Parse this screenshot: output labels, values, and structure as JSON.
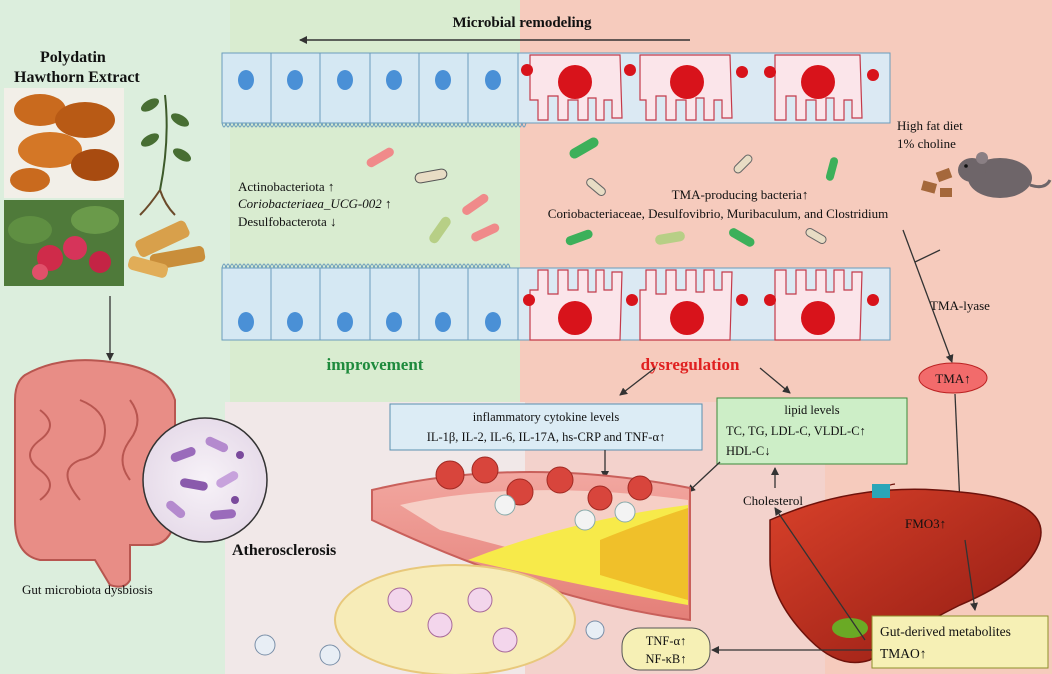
{
  "top": {
    "title": "Microbial remodeling"
  },
  "treatment": {
    "line1": "Polydatin",
    "line2": "Hawthorn Extract"
  },
  "improvement": {
    "label": "improvement",
    "lines": [
      "Actinobacteriota ↑",
      "Coriobacteriaea_UCG-002 ↑",
      "Desulfobacterota ↓"
    ]
  },
  "dysregulation": {
    "label": "dysregulation",
    "tma_line1": "TMA-producing bacteria↑",
    "tma_line2": "Coriobacteriaceae, Desulfovibrio, Muribaculum, and Clostridium"
  },
  "diet": {
    "line1": "High fat diet",
    "line2": "1% choline"
  },
  "tma_lyase": "TMA-lyase",
  "tma_box": "TMA↑",
  "fmo3": "FMO3↑",
  "cholesterol": "Cholesterol",
  "inflammatory": {
    "line1": "inflammatory cytokine levels",
    "line2": "IL-1β, IL-2, IL-6, IL-17A, hs-CRP and TNF-α↑"
  },
  "lipid": {
    "line1": "lipid levels",
    "line2": "TC, TG, LDL-C, VLDL-C↑",
    "line3": "HDL-C↓"
  },
  "atherosclerosis": "Atherosclerosis",
  "gut_dysbiosis": "Gut microbiota dysbiosis",
  "tnf": {
    "line1": "TNF-α↑",
    "line2": "NF-κB↑"
  },
  "metabolites": {
    "line1": "Gut-derived metabolites",
    "line2": "TMAO↑"
  },
  "colors": {
    "green_bg": "#d9ecd0",
    "pink_bg": "#f6cbbd",
    "improvement": "#1e8a3c",
    "dysregulation": "#e02020",
    "cell_blue": "#d5e8f3",
    "nucleus_blue": "#4a90d6",
    "nucleus_red": "#d8131b",
    "box_blue": "#dcecf5",
    "box_green": "#cdeec7",
    "box_tma": "#f26b6b",
    "box_yellow": "#f6f0b5"
  }
}
